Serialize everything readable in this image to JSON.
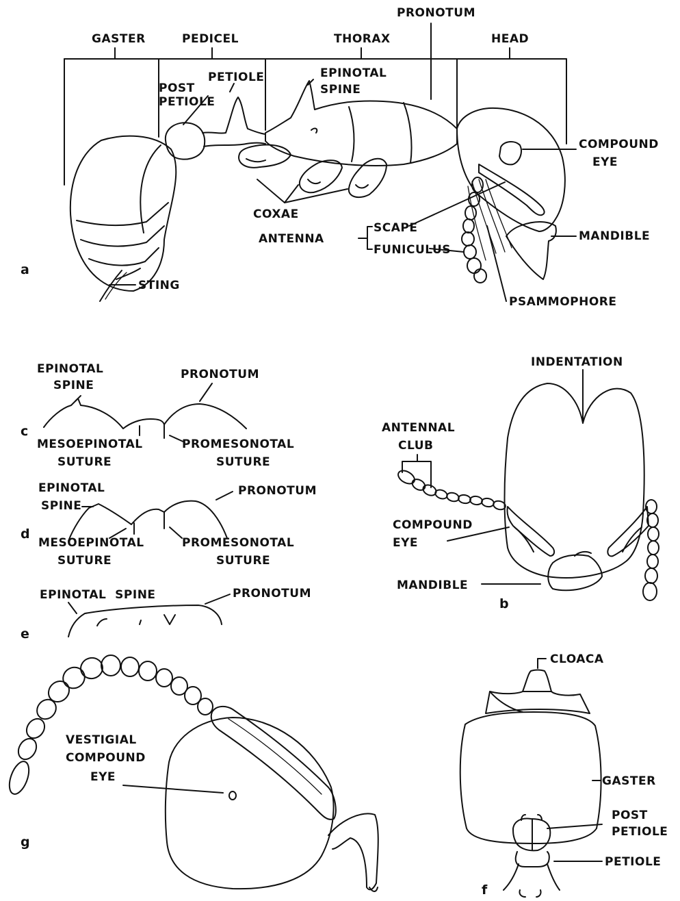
{
  "figure_a": {
    "panel": "a",
    "gaster": "GASTER",
    "pedicel": "PEDICEL",
    "thorax": "THORAX",
    "pronotum": "PRONOTUM",
    "head": "HEAD",
    "post_petiole_1": "POST",
    "post_petiole_2": "PETIOLE",
    "petiole": "PETIOLE",
    "epinotal_spine_1": "EPINOTAL",
    "epinotal_spine_2": "SPINE",
    "compound_eye_1": "COMPOUND",
    "compound_eye_2": "EYE",
    "coxae": "COXAE",
    "antenna": "ANTENNA",
    "scape": "SCAPE",
    "funiculus": "FUNICULUS",
    "mandible": "MANDIBLE",
    "sting": "STING",
    "psammophore": "PSAMMOPHORE"
  },
  "figure_b": {
    "panel": "b",
    "indentation": "INDENTATION",
    "antennal_club_1": "ANTENNAL",
    "antennal_club_2": "CLUB",
    "compound_eye_1": "COMPOUND",
    "compound_eye_2": "EYE",
    "mandible": "MANDIBLE"
  },
  "figure_c": {
    "panel": "c",
    "epinotal_spine_1": "EPINOTAL",
    "epinotal_spine_2": "SPINE",
    "pronotum": "PRONOTUM",
    "mesoepinotal_1": "MESOEPINOTAL",
    "mesoepinotal_2": "SUTURE",
    "promesonotal_1": "PROMESONOTAL",
    "promesonotal_2": "SUTURE"
  },
  "figure_d": {
    "panel": "d",
    "epinotal_spine_1": "EPINOTAL",
    "epinotal_spine_2": "SPINE",
    "pronotum": "PRONOTUM",
    "mesoepinotal_1": "MESOEPINOTAL",
    "mesoepinotal_2": "SUTURE",
    "promesonotal_1": "PROMESONOTAL",
    "promesonotal_2": "SUTURE"
  },
  "figure_e": {
    "panel": "e",
    "epinotal_spine": "EPINOTAL  SPINE",
    "pronotum": "PRONOTUM"
  },
  "figure_f": {
    "panel": "f",
    "cloaca": "CLOACA",
    "gaster": "GASTER",
    "post_petiole_1": "POST",
    "post_petiole_2": "PETIOLE",
    "petiole": "PETIOLE"
  },
  "figure_g": {
    "panel": "g",
    "vestigial_1": "VESTIGIAL",
    "vestigial_2": "COMPOUND",
    "vestigial_3": "EYE"
  }
}
